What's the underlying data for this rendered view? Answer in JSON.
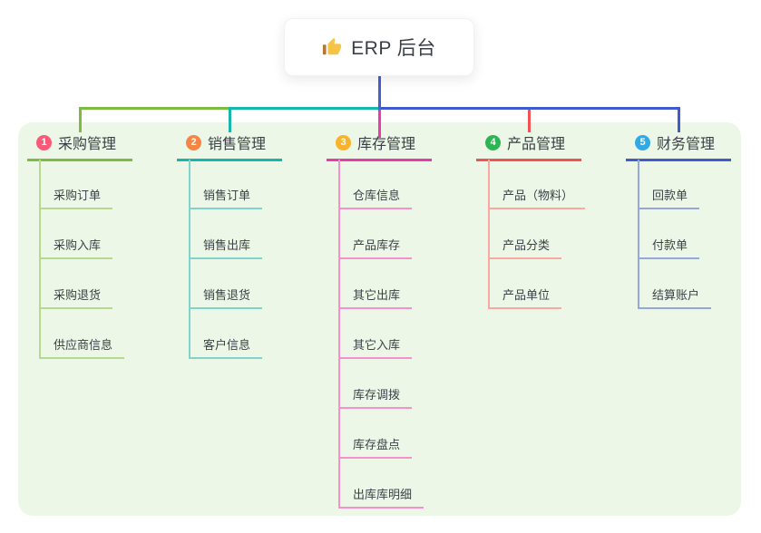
{
  "root": {
    "label": "ERP 后台",
    "icon": "thumbs-up-icon"
  },
  "colors": {
    "canvas_bg": "#ecf7e7",
    "trunk": "#4a5ed0",
    "thumb_hand": "#f6c445",
    "thumb_sleeve": "#b5763a"
  },
  "branches": [
    {
      "num": "1",
      "label": "采购管理",
      "badge_color": "#f85a78",
      "line_color": "#7cbd3f",
      "child_line_color": "#b4da90",
      "children": [
        "采购订单",
        "采购入库",
        "采购退货",
        "供应商信息"
      ]
    },
    {
      "num": "2",
      "label": "销售管理",
      "badge_color": "#f68443",
      "line_color": "#17b6ad",
      "child_line_color": "#80d4cb",
      "children": [
        "销售订单",
        "销售出库",
        "销售退货",
        "客户信息"
      ]
    },
    {
      "num": "3",
      "label": "库存管理",
      "badge_color": "#f9b32a",
      "line_color": "#e93ba9",
      "child_line_color": "#f492ce",
      "children": [
        "仓库信息",
        "产品库存",
        "其它出库",
        "其它入库",
        "库存调拨",
        "库存盘点",
        "出库库明细"
      ]
    },
    {
      "num": "4",
      "label": "产品管理",
      "badge_color": "#2db553",
      "line_color": "#f25352",
      "child_line_color": "#f8a9a2",
      "children": [
        "产品（物料）",
        "产品分类",
        "产品单位"
      ]
    },
    {
      "num": "5",
      "label": "财务管理",
      "badge_color": "#30a9e6",
      "line_color": "#3f5bcd",
      "child_line_color": "#95a8de",
      "children": [
        "回款单",
        "付款单",
        "结算账户"
      ]
    }
  ]
}
